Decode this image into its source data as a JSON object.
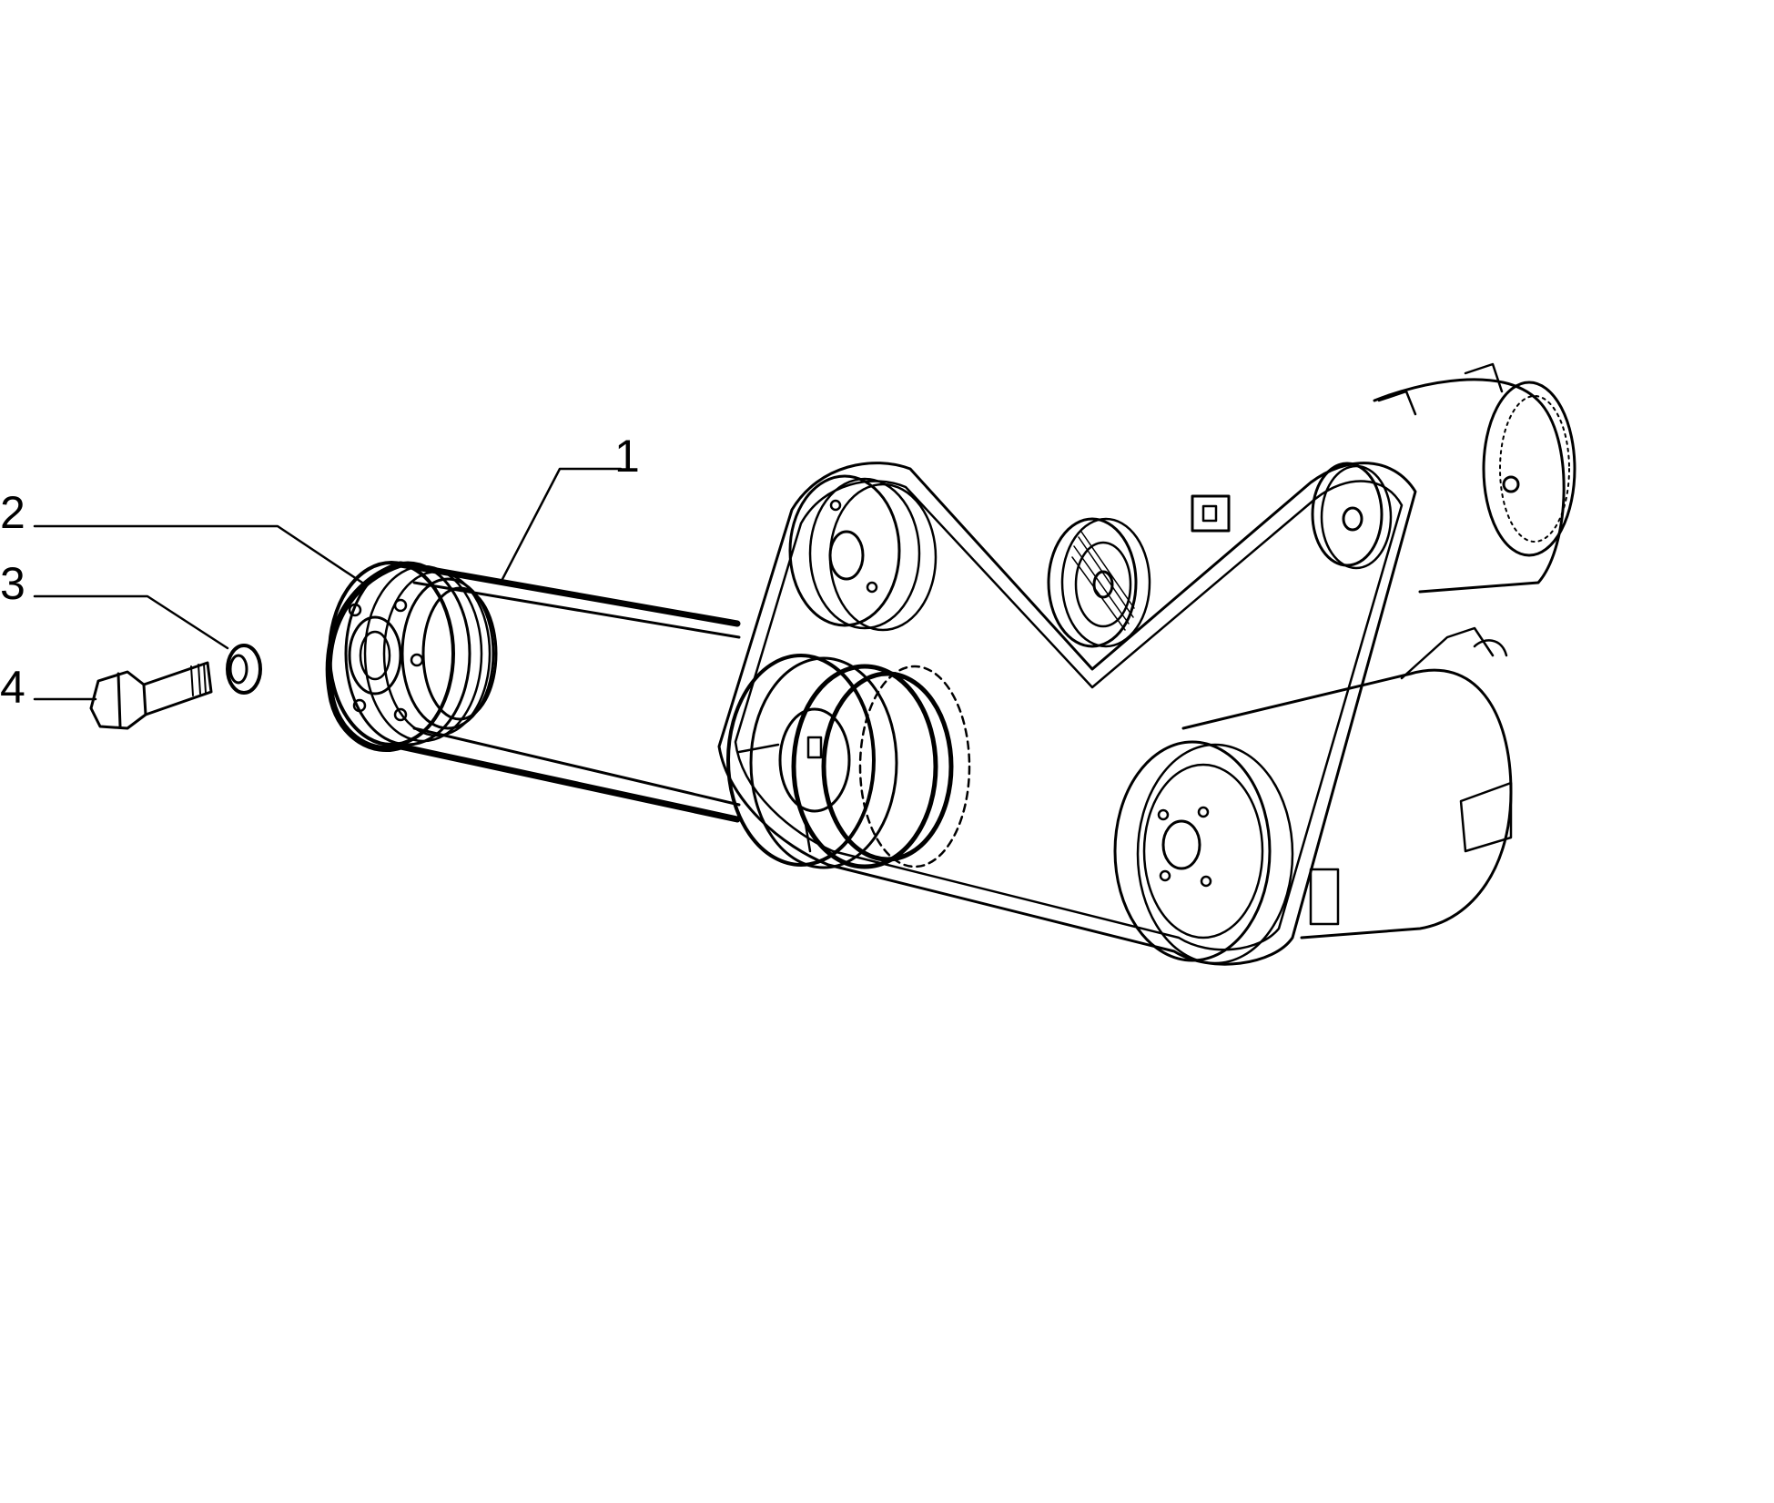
{
  "callouts": [
    {
      "id": "1",
      "label": "1",
      "part": "drive-belt"
    },
    {
      "id": "2",
      "label": "2",
      "part": "pulley"
    },
    {
      "id": "3",
      "label": "3",
      "part": "washer"
    },
    {
      "id": "4",
      "label": "4",
      "part": "bolt"
    }
  ],
  "colors": {
    "ink": "#000000",
    "background": "#ffffff"
  }
}
